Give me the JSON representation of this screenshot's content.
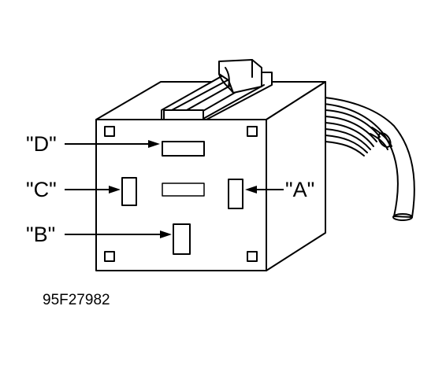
{
  "labels": {
    "a": "\"A\"",
    "b": "\"B\"",
    "c": "\"C\"",
    "d": "\"D\""
  },
  "figure_id": "95F27982",
  "colors": {
    "line": "#000000",
    "background": "#ffffff"
  }
}
